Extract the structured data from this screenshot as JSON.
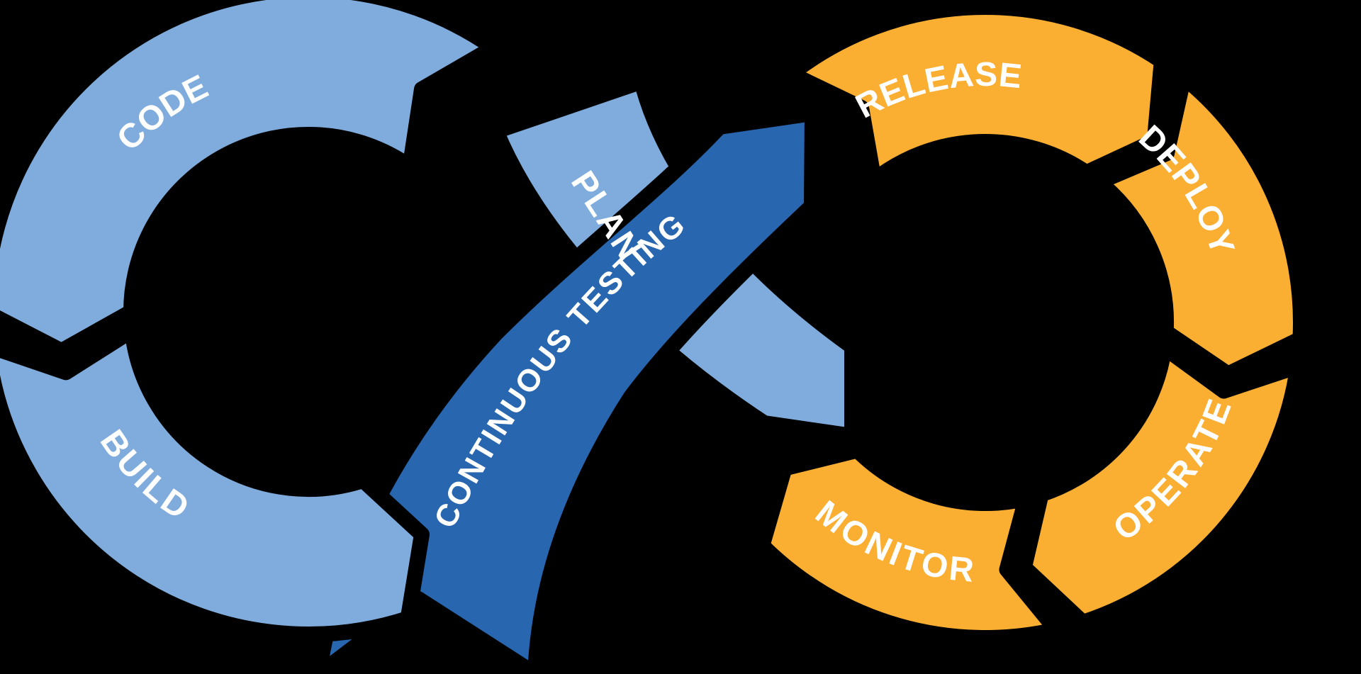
{
  "diagram": {
    "background": "#000000",
    "loops": {
      "left": {
        "color": "#7FACDC",
        "segments": {
          "code": "CODE",
          "build": "BUILD",
          "plan": "PLAN"
        }
      },
      "right": {
        "color": "#FAAF33",
        "segments": {
          "release": "RELEASE",
          "deploy": "DEPLOY",
          "operate": "OPERATE",
          "monitor": "MONITOR"
        }
      }
    },
    "center_band": {
      "color": "#2866B0",
      "label": "CONTINUOUS TESTING",
      "text_color": "#FFFFFF"
    }
  }
}
